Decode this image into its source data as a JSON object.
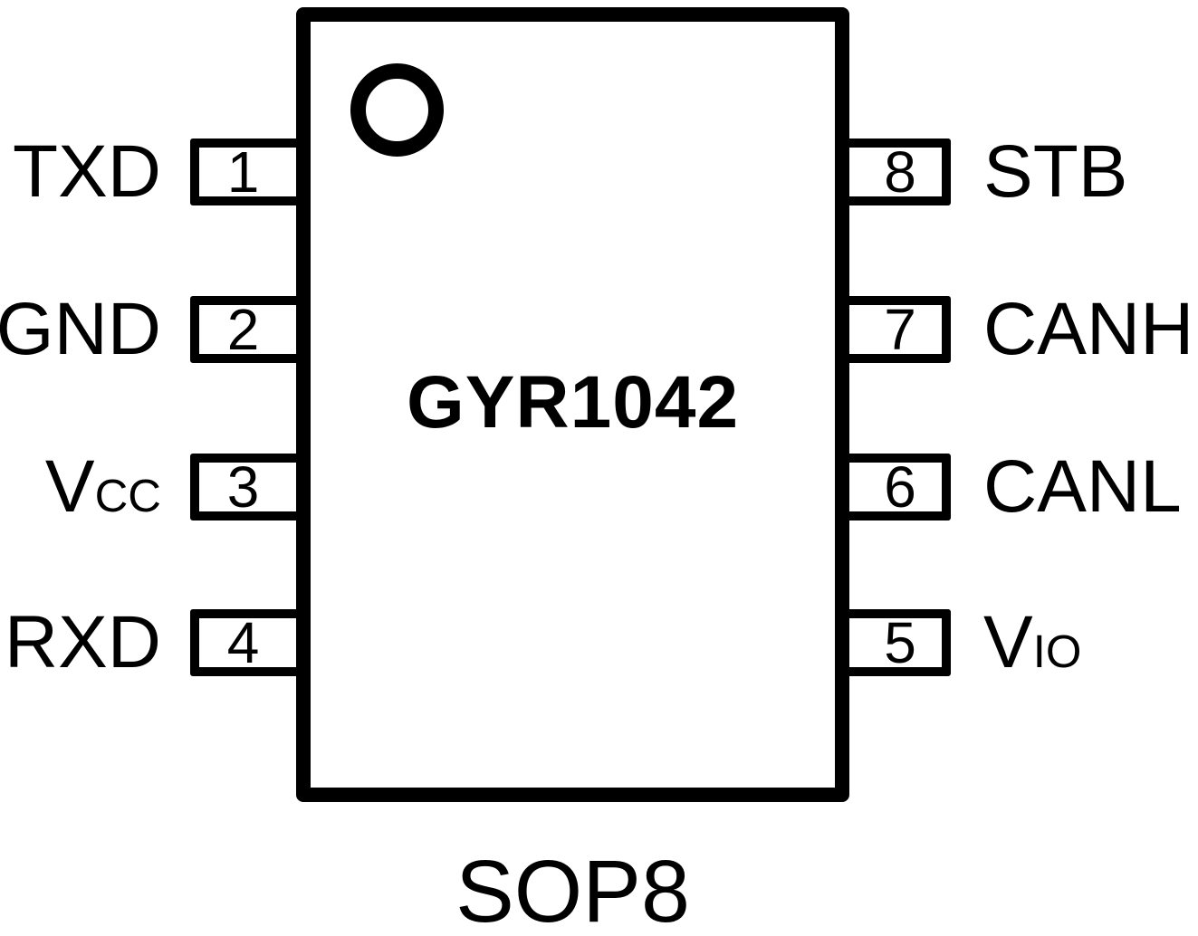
{
  "diagram": {
    "chip_name": "GYR1042",
    "package_label": "SOP8",
    "colors": {
      "line": "#000000",
      "background": "#ffffff"
    }
  },
  "pins": {
    "left": [
      {
        "number": "1",
        "label_base": "TXD",
        "label_sub": ""
      },
      {
        "number": "2",
        "label_base": "GND",
        "label_sub": ""
      },
      {
        "number": "3",
        "label_base": "V",
        "label_sub": "CC"
      },
      {
        "number": "4",
        "label_base": "RXD",
        "label_sub": ""
      }
    ],
    "right": [
      {
        "number": "8",
        "label_base": "STB",
        "label_sub": ""
      },
      {
        "number": "7",
        "label_base": "CANH",
        "label_sub": ""
      },
      {
        "number": "6",
        "label_base": "CANL",
        "label_sub": ""
      },
      {
        "number": "5",
        "label_base": "V",
        "label_sub": "IO"
      }
    ]
  }
}
